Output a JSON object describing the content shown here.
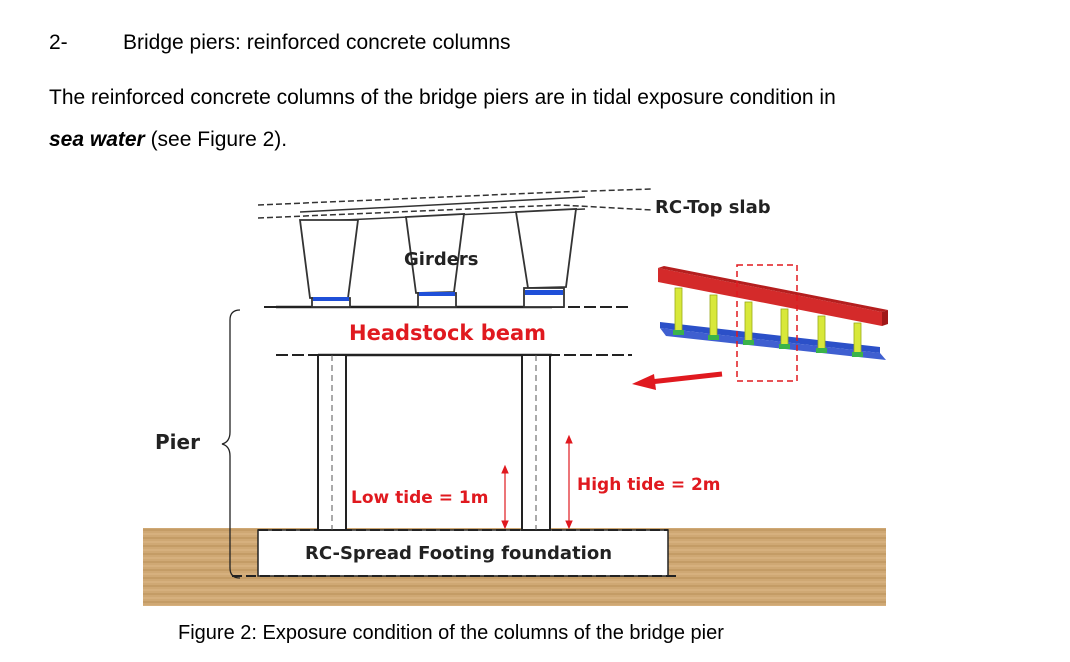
{
  "section": {
    "number": "2-",
    "title": "Bridge piers: reinforced concrete columns"
  },
  "paragraph": {
    "line1": "The reinforced concrete columns of the bridge piers are in tidal exposure condition in",
    "emphasis": "sea water",
    "line2_rest": " (see Figure 2)."
  },
  "figure": {
    "labels": {
      "top_slab": "RC-Top slab",
      "girders": "Girders",
      "headstock": "Headstock beam",
      "pier": "Pier",
      "low_tide": "Low tide = 1m",
      "high_tide": "High tide = 2m",
      "footing": "RC-Spread Footing foundation"
    },
    "colors": {
      "label_red": "#e0191f",
      "bearing_blue": "#1f4fd8",
      "ground": "#c8a46e",
      "slab_red": "#d42a2a",
      "column_yellow": "#d8e83a",
      "base_blue": "#2b50c8"
    },
    "caption": "Figure 2: Exposure condition of the columns of the bridge pier"
  }
}
